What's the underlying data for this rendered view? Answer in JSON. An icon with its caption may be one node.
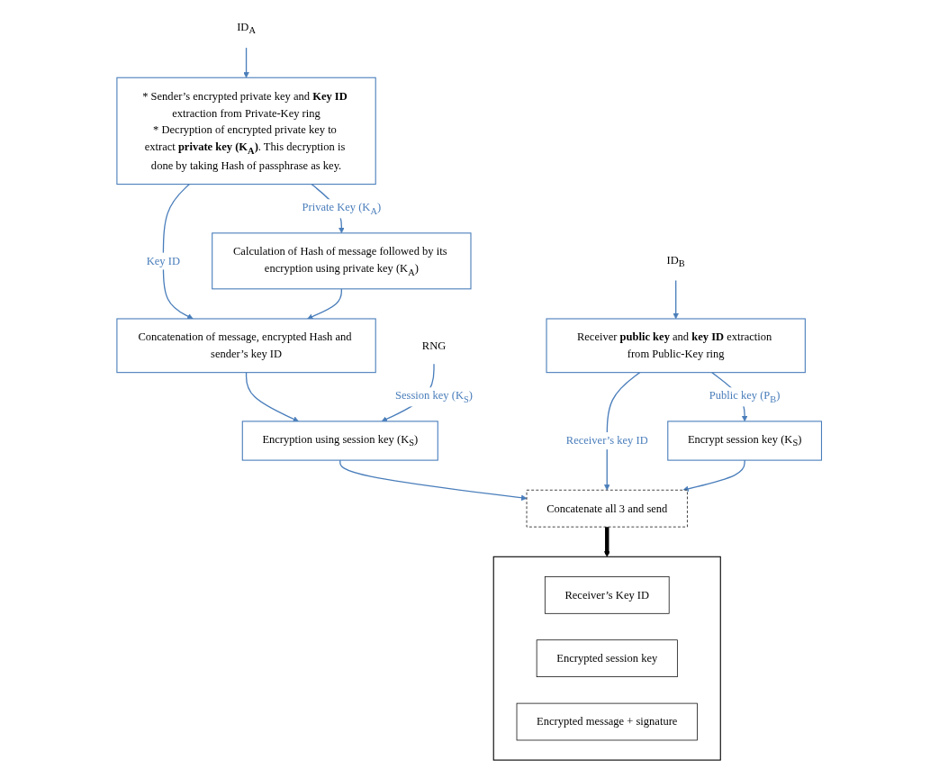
{
  "diagram": {
    "nodes": [
      {
        "text": [
          "ID$_{A}$"
        ]
      },
      {
        "text": [
          "* Sender’s encrypted private key and **Key ID** extraction from Private-Key ring",
          "* Decryption of encrypted private key to extract **private key (K$_{A}$)**. This decryption is done by taking Hash of passphrase as key."
        ]
      },
      {
        "text": [
          "Calculation of Hash of message followed by its encryption using private key (K$_{A}$)"
        ]
      },
      {
        "text": [
          "Concatenation of message, encrypted Hash and sender’s key ID"
        ]
      },
      {
        "text": [
          "RNG"
        ]
      },
      {
        "text": [
          "Encryption using session key (K$_{S}$)"
        ]
      },
      {
        "text": [
          "ID$_{B}$"
        ]
      },
      {
        "text": [
          "Receiver **public key** and **key ID** extraction from Public-Key ring"
        ]
      },
      {
        "text": [
          "Encrypt session key (K$_{S}$)"
        ]
      },
      {
        "text": [
          "Concatenate all 3 and send"
        ]
      },
      {
        "text": [],
        "shape": "box"
      },
      {
        "text": [
          "Receiver’s Key ID"
        ],
        "in": 10
      },
      {
        "text": [
          "Encrypted session key"
        ],
        "in": 10
      },
      {
        "text": [
          "Encrypted message + signature"
        ],
        "in": 10
      }
    ],
    "edges": [
      {
        "from": 0,
        "to": 1,
        "arrow": "to"
      },
      {
        "from": 1,
        "to": 2,
        "arrow": "to",
        "label": "Private Key (K$_{A}$)"
      },
      {
        "from": 1,
        "to": 3,
        "arrow": "to",
        "label": "Key ID"
      },
      {
        "from": 2,
        "to": 3,
        "arrow": "to"
      },
      {
        "from": 3,
        "to": 5,
        "arrow": "to"
      },
      {
        "from": 4,
        "to": 5,
        "arrow": "to",
        "label": "Session key (K$_{S}$)"
      },
      {
        "from": 5,
        "to": 9,
        "arrow": "to"
      },
      {
        "from": 6,
        "to": 7,
        "arrow": "to"
      },
      {
        "from": 7,
        "to": 8,
        "arrow": "to",
        "label": "Public key (P$_{B}$)"
      },
      {
        "from": 7,
        "to": 9,
        "arrow": "to",
        "label": "Receiver’s key ID"
      },
      {
        "from": 8,
        "to": 9,
        "arrow": "to"
      },
      {
        "from": 9,
        "to": 10,
        "arrow": "to",
        "style": "thick",
        "color": "#000000"
      }
    ]
  }
}
